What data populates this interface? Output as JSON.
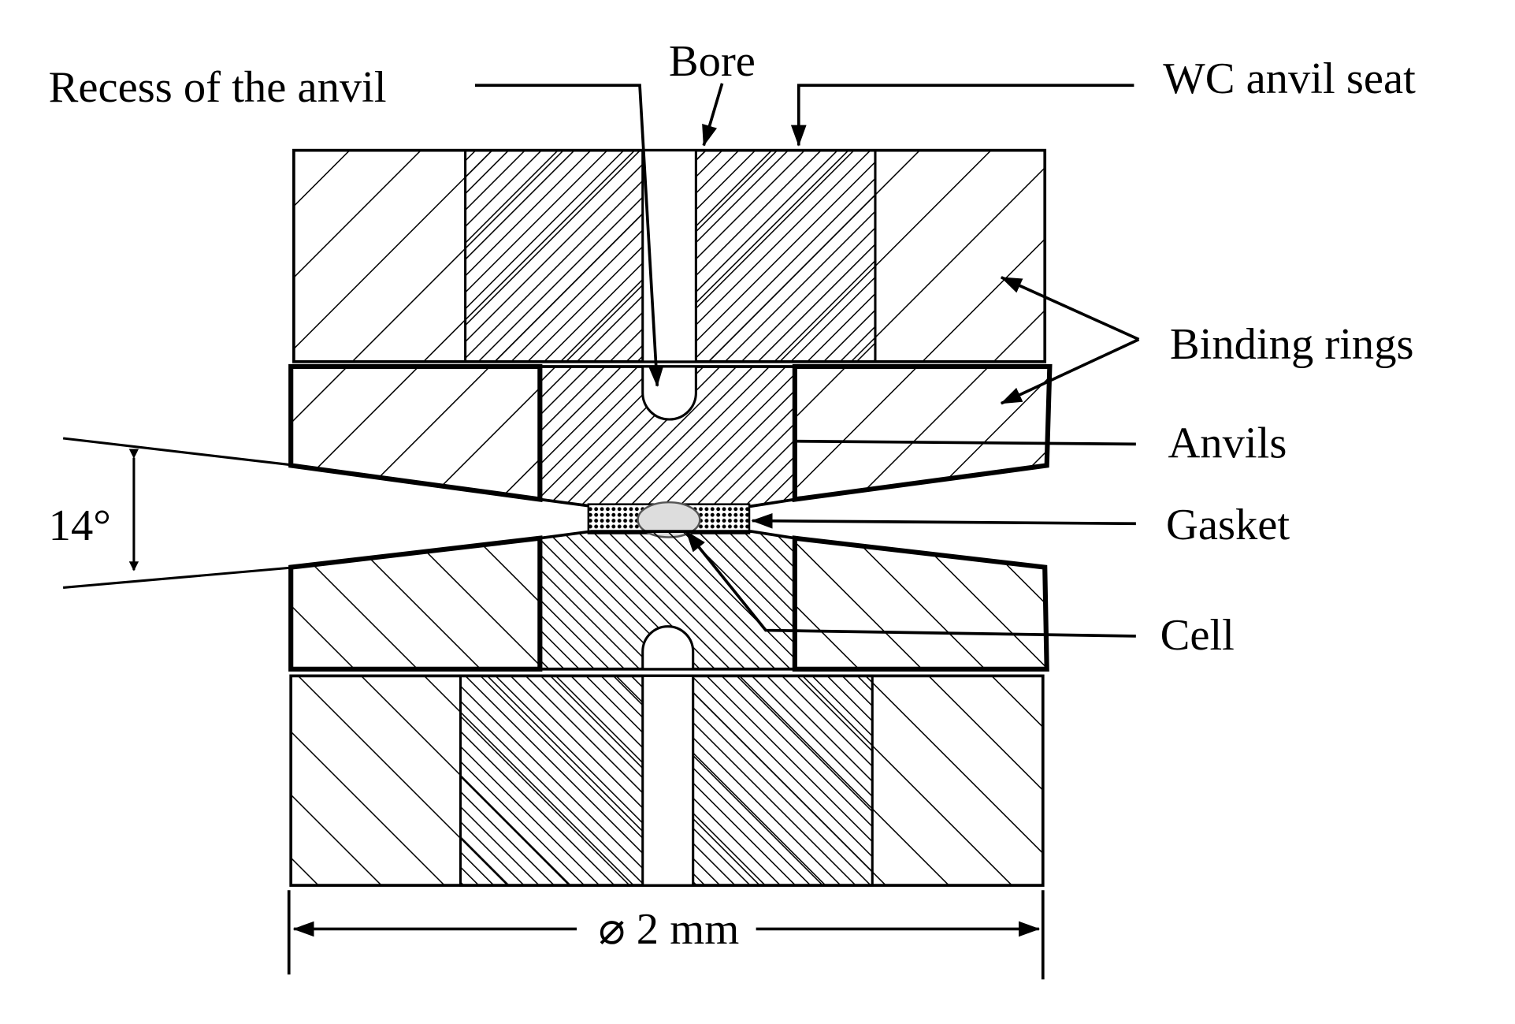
{
  "labels": {
    "recess": "Recess of the anvil",
    "bore": "Bore",
    "seat": "WC anvil seat",
    "rings": "Binding rings",
    "anvils": "Anvils",
    "gasket": "Gasket",
    "cell": "Cell",
    "angle": "14°",
    "diameter": "⌀ 2 mm"
  },
  "colors": {
    "line": "#000000",
    "background": "#ffffff"
  }
}
